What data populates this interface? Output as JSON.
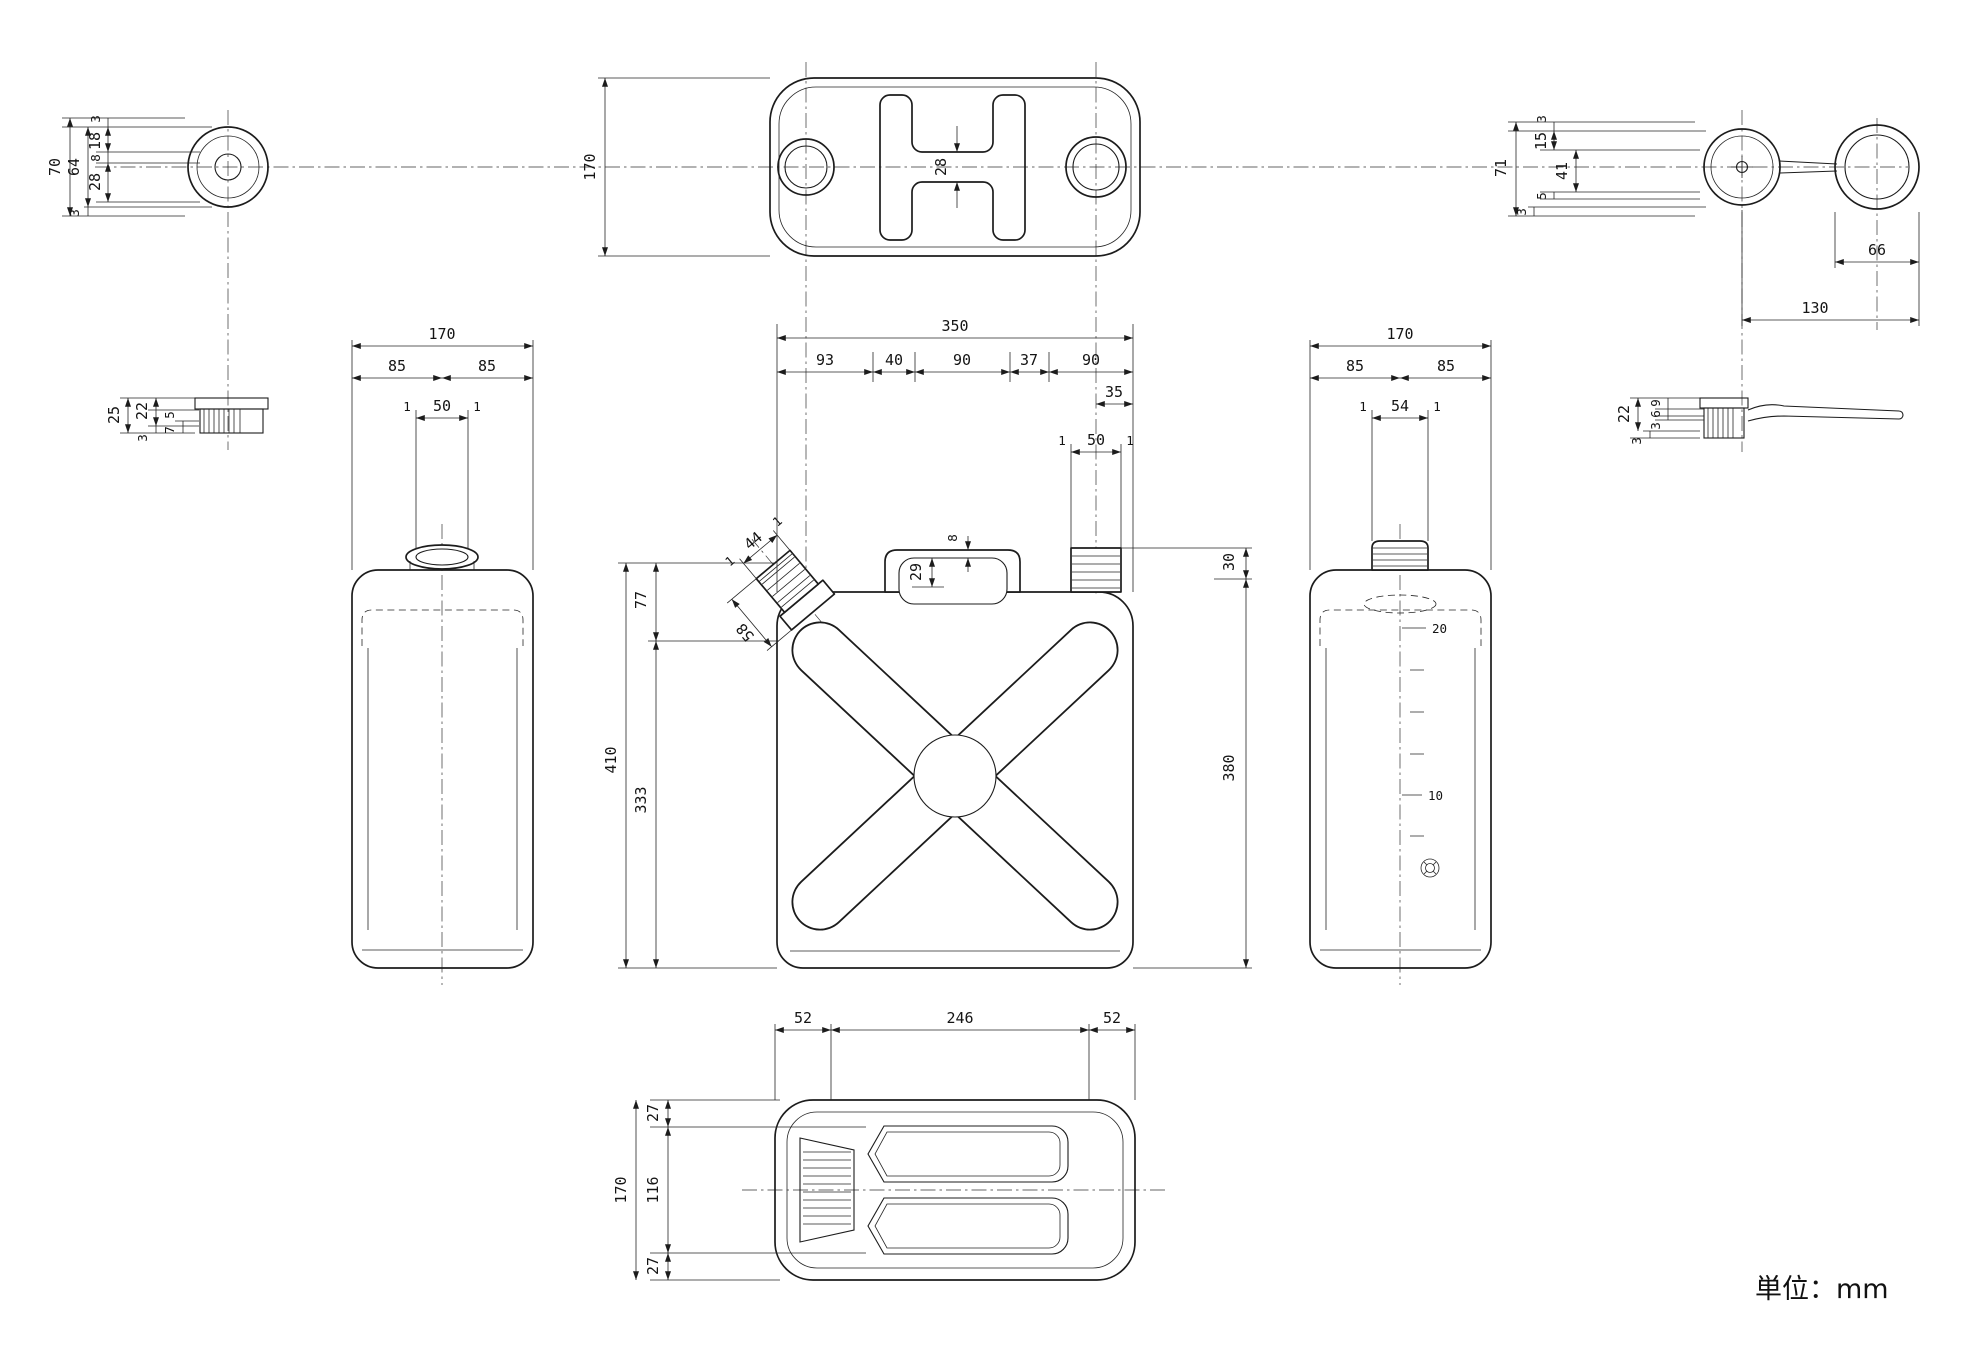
{
  "page": {
    "units_label": "単位：mm"
  },
  "cap_left_detail": {
    "d3_top": "3",
    "d70": "70",
    "d64": "64",
    "d18": "18",
    "d8": "8",
    "d28": "28",
    "d3_bottom": "3"
  },
  "cap_left_profile": {
    "d25": "25",
    "d22": "22",
    "d7": "7",
    "d5": "5",
    "d3": "3"
  },
  "top_view": {
    "d170": "170",
    "d28": "28"
  },
  "cap_right_detail": {
    "d3_top": "3",
    "d71": "71",
    "d15": "15",
    "d41": "41",
    "d5": "5",
    "d3_bottom": "3",
    "d66": "66",
    "d130": "130"
  },
  "cap_right_profile": {
    "d22": "22",
    "d9": "9",
    "d6": "6",
    "d3a": "3",
    "d3b": "3"
  },
  "side_left": {
    "d170": "170",
    "d85a": "85",
    "d85b": "85",
    "d1a": "1",
    "d50": "50",
    "d1b": "1"
  },
  "front": {
    "d350": "350",
    "d93": "93",
    "d40": "40",
    "d90a": "90",
    "d37": "37",
    "d90b": "90",
    "d35": "35",
    "d1a": "1",
    "d50": "50",
    "d1b": "1",
    "d58": "58",
    "d44": "44",
    "d1c": "1",
    "d1d": "1",
    "d8": "8",
    "d29": "29",
    "d77": "77",
    "d410": "410",
    "d333": "333",
    "d30": "30",
    "d380": "380"
  },
  "side_right": {
    "d170": "170",
    "d85a": "85",
    "d85b": "85",
    "d1a": "1",
    "d54": "54",
    "d1b": "1",
    "g20": "20",
    "g10": "10"
  },
  "bottom_view": {
    "d52a": "52",
    "d246": "246",
    "d52b": "52",
    "d27a": "27",
    "d116": "116",
    "d170": "170",
    "d27b": "27"
  }
}
